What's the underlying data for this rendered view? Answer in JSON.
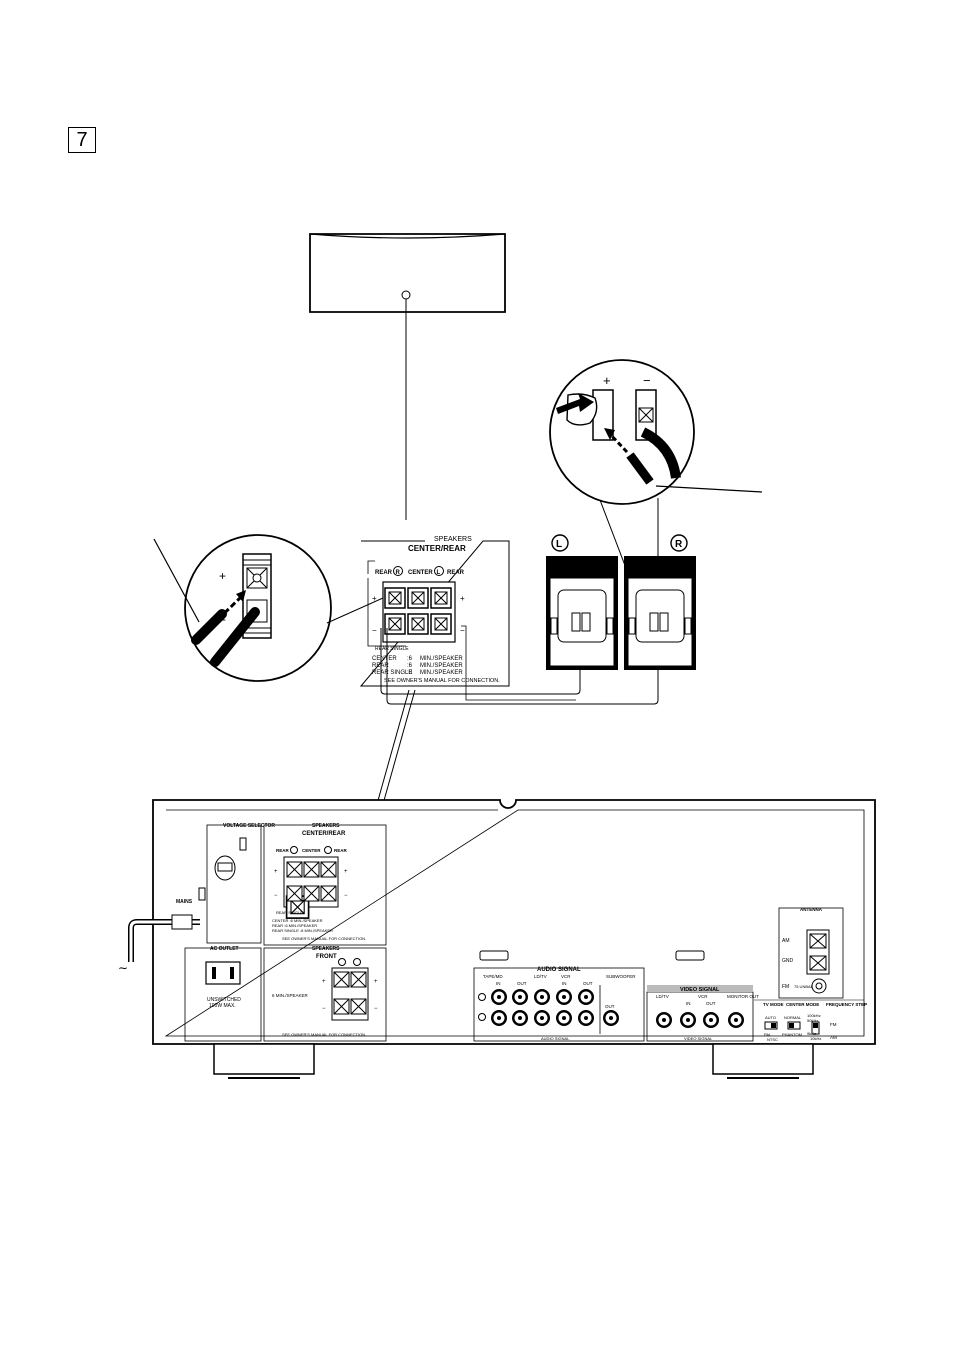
{
  "step": "7",
  "zoom": {
    "plus": "+",
    "minus": "−",
    "terminal_plus": "+",
    "terminal_minus": "−"
  },
  "center_rear_panel": {
    "group_label": "SPEAKERS",
    "title": "CENTER/REAR",
    "rear_r": "REAR",
    "r_mark": "R",
    "center": "CENTER",
    "l_mark": "L",
    "rear_l": "REAR",
    "plus": "+",
    "minus": "−",
    "rear_single": "REAR SINGLE",
    "spec_rows": [
      [
        "CENTER",
        ":6",
        "MIN./SPEAKER"
      ],
      [
        "REAR",
        ":6",
        "MIN./SPEAKER"
      ],
      [
        "REAR SINGLE",
        ":8",
        "MIN./SPEAKER"
      ]
    ],
    "note": "SEE OWNER'S MANUAL FOR CONNECTION."
  },
  "speakers": {
    "left_mark": "L",
    "right_mark": "R"
  },
  "receiver": {
    "voltage_selector": "VOLTAGE SELECTOR",
    "mains": "MAINS",
    "ac_outlet": "AC OUTLET",
    "unswitched": "UNSWITCHED",
    "max_power": "100W MAX.",
    "front_group": "SPEAKERS",
    "front_title": "FRONT",
    "front_spec": "6    MIN./SPEAKER",
    "front_note": "SEE OWNER'S MANUAL FOR CONNECTION.",
    "cr_group": "SPEAKERS",
    "cr_title": "CENTER/REAR",
    "cr_rear_r": "REAR",
    "cr_center": "CENTER",
    "cr_rear_l": "REAR",
    "cr_rear_single": "REAR SINGLE",
    "cr_spec1": "CENTER    :6    MIN./SPEAKER",
    "cr_spec2": "REAR    :6    MIN./SPEAKER",
    "cr_spec3": "REAR SINGLE :8    MIN./SPEAKER",
    "cr_note": "SEE OWNER'S MANUAL FOR CONNECTION.",
    "audio_signal": "AUDIO SIGNAL",
    "audio_signal_bottom": "AUDIO SIGNAL",
    "tape_md": "TAPE/MD",
    "ld_tv": "LD/TV",
    "vcr": "VCR",
    "subwoofer": "SUBWOOFER",
    "in": "IN",
    "out": "OUT",
    "video_signal": "VIDEO SIGNAL",
    "video_signal_bottom": "VIDEO SIGNAL",
    "v_ld_tv": "LD/TV",
    "v_vcr": "VCR",
    "monitor_out": "MONITOR OUT",
    "antenna": "ANTENNA",
    "am": "AM",
    "gnd": "GND",
    "fm": "FM",
    "unbal": "75 UNBAL.",
    "tv_mode": "TV MODE",
    "auto": "AUTO",
    "pal": "PAL",
    "ntsc": "NTSC",
    "center_mode": "CENTER MODE",
    "normal": "NORMAL",
    "phantom": "PHANTOM",
    "freq_step": "FREQUENCY STEP",
    "step_100": "100kHz",
    "step_50": "50kHz",
    "step_9": "9kHz",
    "step_10": "10kHz",
    "fm_label": "FM",
    "am_label": "AM"
  }
}
